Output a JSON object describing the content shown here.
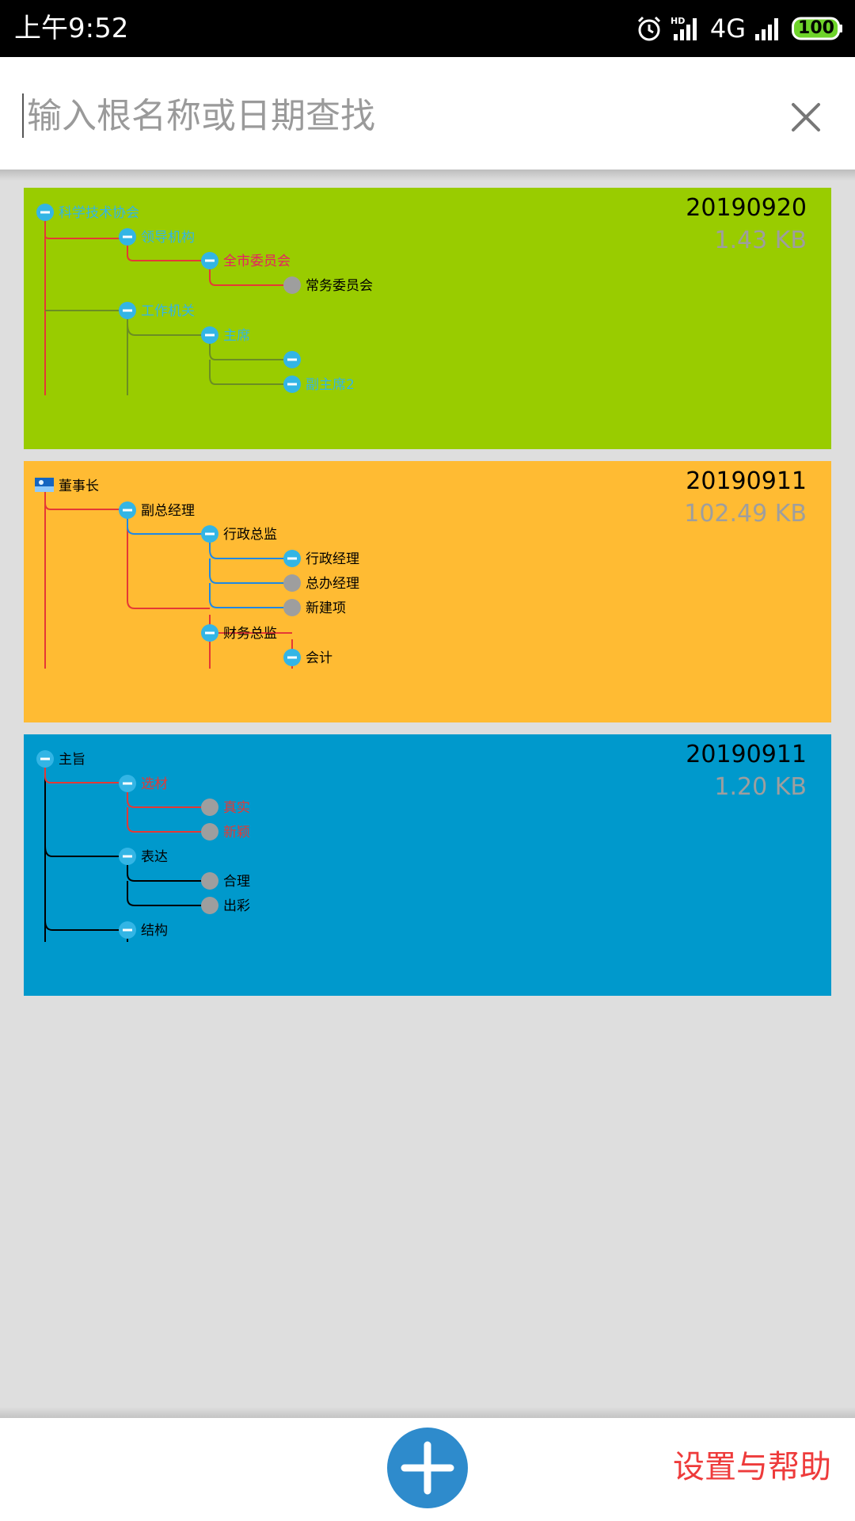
{
  "status_bar": {
    "time": "上午9:52",
    "network_label": "4G",
    "hd_label": "HD",
    "battery": "100",
    "icons": [
      "alarm-icon",
      "signal-icon",
      "battery-icon"
    ]
  },
  "search": {
    "placeholder": "输入根名称或日期查找",
    "value": "",
    "clear_icon": "close-icon"
  },
  "cards": [
    {
      "date": "20190920",
      "size": "1.43 KB",
      "background": "#99cc00",
      "nodes": {
        "root": "科学技术协会",
        "n1": "领导机构",
        "n2": "全市委员会",
        "n3": "常务委员会",
        "n4": "工作机关",
        "n5": "主席",
        "n6": "",
        "n7": "副主席2"
      }
    },
    {
      "date": "20190911",
      "size": "102.49 KB",
      "background": "#ffbb33",
      "nodes": {
        "root": "董事长",
        "n1": "副总经理",
        "n2": "行政总监",
        "n3": "行政经理",
        "n4": "总办经理",
        "n5": "新建项",
        "n6": "财务总监",
        "n7": "会计"
      }
    },
    {
      "date": "20190911",
      "size": "1.20 KB",
      "background": "#0099cc",
      "nodes": {
        "root": "主旨",
        "n1": "选材",
        "n2": "真实",
        "n3": "新颖",
        "n4": "表达",
        "n5": "合理",
        "n6": "出彩",
        "n7": "结构"
      }
    }
  ],
  "bottom_bar": {
    "add_icon": "plus-icon",
    "settings_label": "设置与帮助"
  },
  "colors": {
    "expanded_node": "#33b5e5",
    "leaf_node": "#9e9e9e",
    "settings_text": "#ee3b3b",
    "add_button": "#2e8bcc"
  }
}
